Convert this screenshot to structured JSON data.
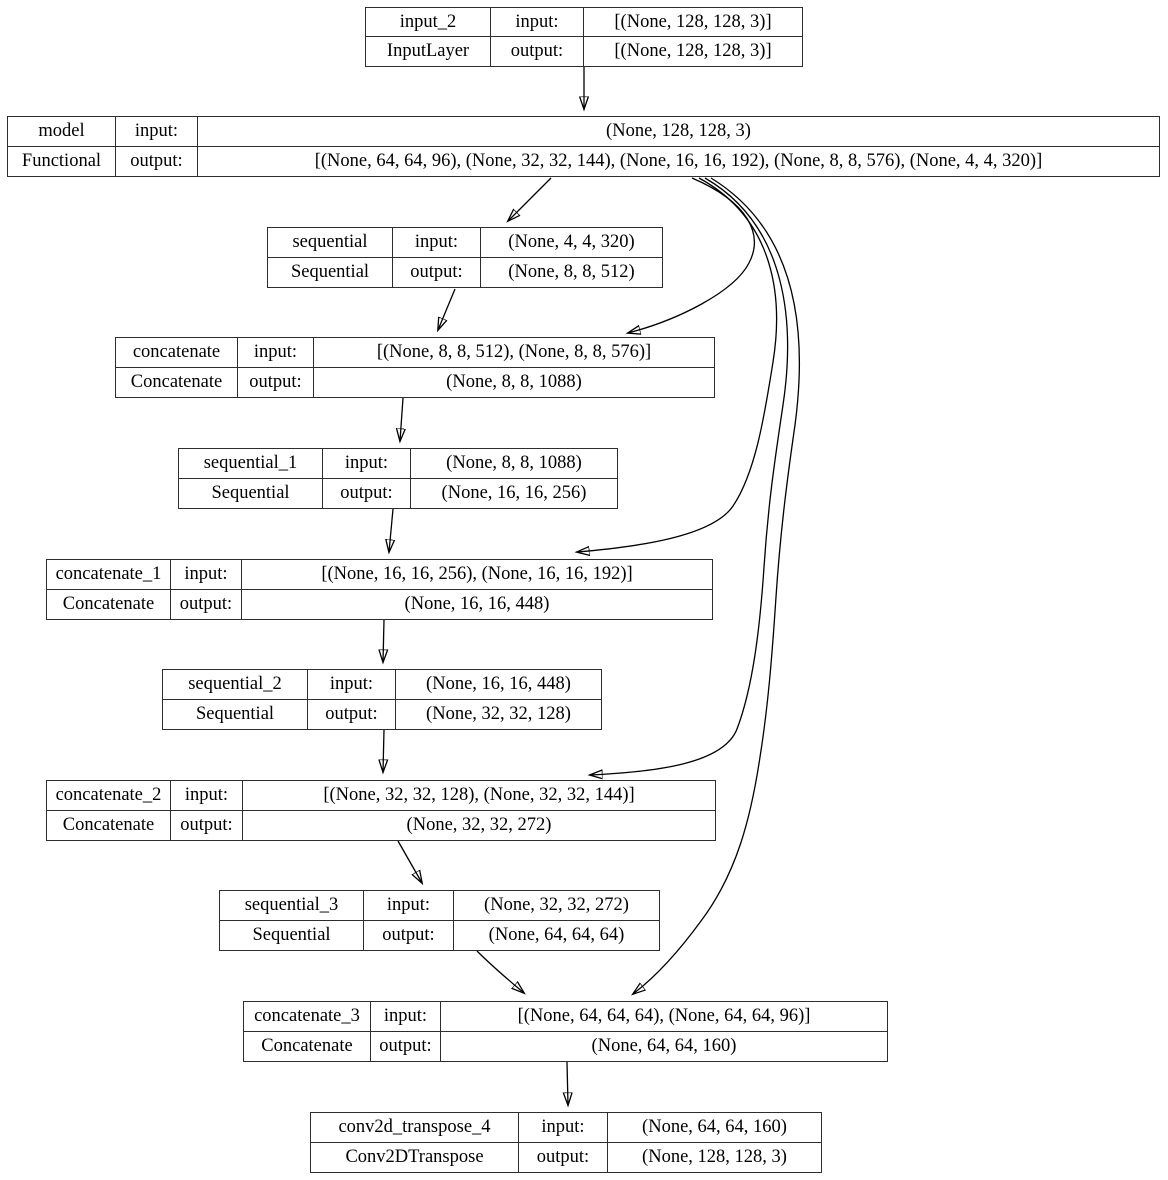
{
  "labels": {
    "input": "input:",
    "output": "output:"
  },
  "colors": {
    "background": "#ffffff",
    "node_border": "#000000",
    "edge": "#000000",
    "text": "#000000"
  },
  "nodes": [
    {
      "name": "input_2",
      "class_name": "InputLayer",
      "input_shape": "[(None, 128, 128, 3)]",
      "output_shape": "[(None, 128, 128, 3)]"
    },
    {
      "name": "model",
      "class_name": "Functional",
      "input_shape": "(None, 128, 128, 3)",
      "output_shape": "[(None, 64, 64, 96), (None, 32, 32, 144), (None, 16, 16, 192), (None, 8, 8, 576), (None, 4, 4, 320)]"
    },
    {
      "name": "sequential",
      "class_name": "Sequential",
      "input_shape": "(None, 4, 4, 320)",
      "output_shape": "(None, 8, 8, 512)"
    },
    {
      "name": "concatenate",
      "class_name": "Concatenate",
      "input_shape": "[(None, 8, 8, 512), (None, 8, 8, 576)]",
      "output_shape": "(None, 8, 8, 1088)"
    },
    {
      "name": "sequential_1",
      "class_name": "Sequential",
      "input_shape": "(None, 8, 8, 1088)",
      "output_shape": "(None, 16, 16, 256)"
    },
    {
      "name": "concatenate_1",
      "class_name": "Concatenate",
      "input_shape": "[(None, 16, 16, 256), (None, 16, 16, 192)]",
      "output_shape": "(None, 16, 16, 448)"
    },
    {
      "name": "sequential_2",
      "class_name": "Sequential",
      "input_shape": "(None, 16, 16, 448)",
      "output_shape": "(None, 32, 32, 128)"
    },
    {
      "name": "concatenate_2",
      "class_name": "Concatenate",
      "input_shape": "[(None, 32, 32, 128), (None, 32, 32, 144)]",
      "output_shape": "(None, 32, 32, 272)"
    },
    {
      "name": "sequential_3",
      "class_name": "Sequential",
      "input_shape": "(None, 32, 32, 272)",
      "output_shape": "(None, 64, 64, 64)"
    },
    {
      "name": "concatenate_3",
      "class_name": "Concatenate",
      "input_shape": "[(None, 64, 64, 64), (None, 64, 64, 96)]",
      "output_shape": "(None, 64, 64, 160)"
    },
    {
      "name": "conv2d_transpose_4",
      "class_name": "Conv2DTranspose",
      "input_shape": "(None, 64, 64, 160)",
      "output_shape": "(None, 128, 128, 3)"
    }
  ],
  "edges": [
    {
      "from": "input_2",
      "to": "model"
    },
    {
      "from": "model",
      "to": "sequential"
    },
    {
      "from": "model",
      "to": "concatenate"
    },
    {
      "from": "sequential",
      "to": "concatenate"
    },
    {
      "from": "concatenate",
      "to": "sequential_1"
    },
    {
      "from": "model",
      "to": "concatenate_1"
    },
    {
      "from": "sequential_1",
      "to": "concatenate_1"
    },
    {
      "from": "concatenate_1",
      "to": "sequential_2"
    },
    {
      "from": "model",
      "to": "concatenate_2"
    },
    {
      "from": "sequential_2",
      "to": "concatenate_2"
    },
    {
      "from": "concatenate_2",
      "to": "sequential_3"
    },
    {
      "from": "model",
      "to": "concatenate_3"
    },
    {
      "from": "sequential_3",
      "to": "concatenate_3"
    },
    {
      "from": "concatenate_3",
      "to": "conv2d_transpose_4"
    }
  ]
}
